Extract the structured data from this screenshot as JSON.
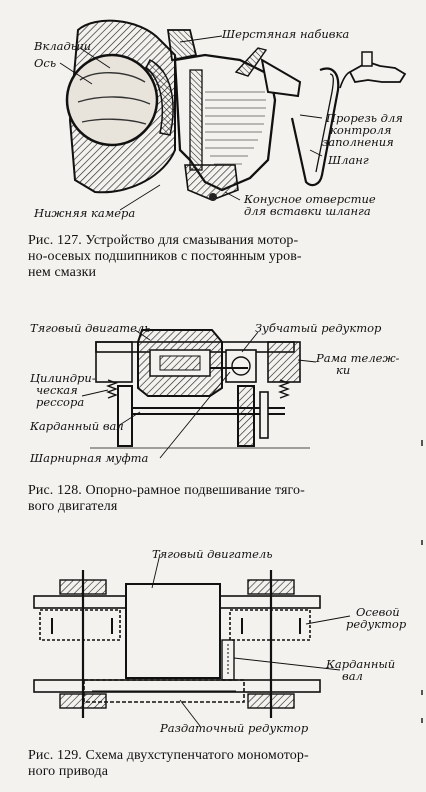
{
  "fig127": {
    "labels": {
      "vkladysh": "Вкладыш",
      "os": "Ось",
      "nabivka": "Шерстяная набивка",
      "prorez1": "Прорезь для",
      "prorez2": "контроля",
      "prorez3": "заполнения",
      "shlang": "Шланг",
      "konus1": "Конусное отверстие",
      "konus2": "для вставки шланга",
      "kamera": "Нижняя камера"
    },
    "caption1": "Рис. 127. Устройство для смазывания мотор-",
    "caption2": "но-осевых подшипников с постоянным уров-",
    "caption3": "нем смазки"
  },
  "fig128": {
    "labels": {
      "dvigatel": "Тяговый двигатель",
      "reduktor": "Зубчатый редуктор",
      "rama1": "Рама тележ-",
      "rama2": "ки",
      "ressora1": "Цилиндри-",
      "ressora2": "ческая",
      "ressora3": "рессора",
      "val": "Карданный вал",
      "mufta": "Шарнирная муфта"
    },
    "caption1": "Рис. 128. Опорно-рамное подвешивание тяго-",
    "caption2": "вого двигателя"
  },
  "fig129": {
    "labels": {
      "dvigatel": "Тяговый двигатель",
      "osevoy1": "Осевой",
      "osevoy2": "редуктор",
      "kardan1": "Карданный",
      "kardan2": "вал",
      "razdat": "Раздаточный редуктор"
    },
    "caption1": "Рис. 129. Схема двухступенчатого мономотор-",
    "caption2": "ного привода"
  }
}
